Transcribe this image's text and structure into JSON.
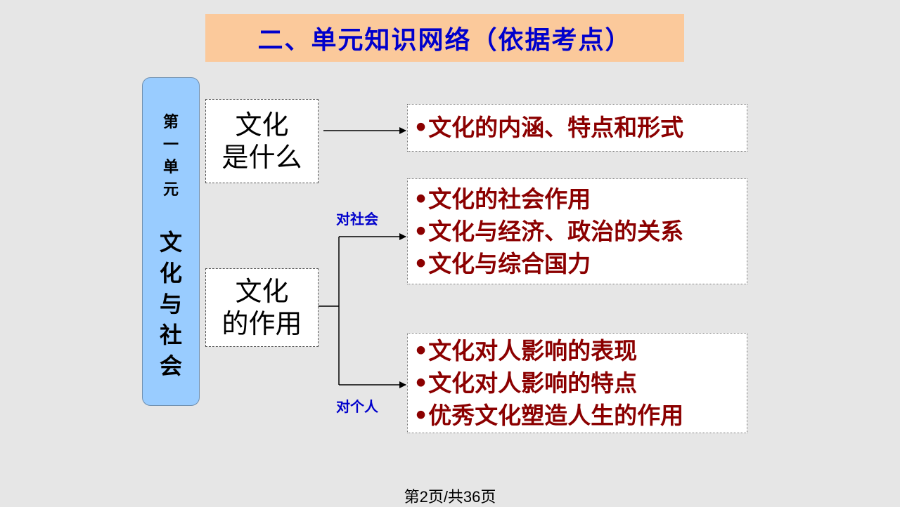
{
  "title": "二、单元知识网络（依据考点）",
  "unit": {
    "label_lines": [
      "第",
      "一",
      "单",
      "元"
    ],
    "name_lines": [
      "文",
      "化",
      "与",
      "社",
      "会"
    ]
  },
  "topics": [
    {
      "lines": [
        "文化",
        "是什么"
      ]
    },
    {
      "lines": [
        "文化",
        "的作用"
      ]
    }
  ],
  "branch_labels": {
    "society": "对社会",
    "individual": "对个人"
  },
  "boxes": {
    "what_is_culture": [
      "•文化的内涵、特点和形式"
    ],
    "society": [
      "•文化的社会作用",
      "•文化与经济、政治的关系",
      "•文化与综合国力"
    ],
    "individual": [
      "•文化对人影响的表现",
      "•文化对人影响的特点",
      "•优秀文化塑造人生的作用"
    ]
  },
  "footer": "第2页/共36页"
}
